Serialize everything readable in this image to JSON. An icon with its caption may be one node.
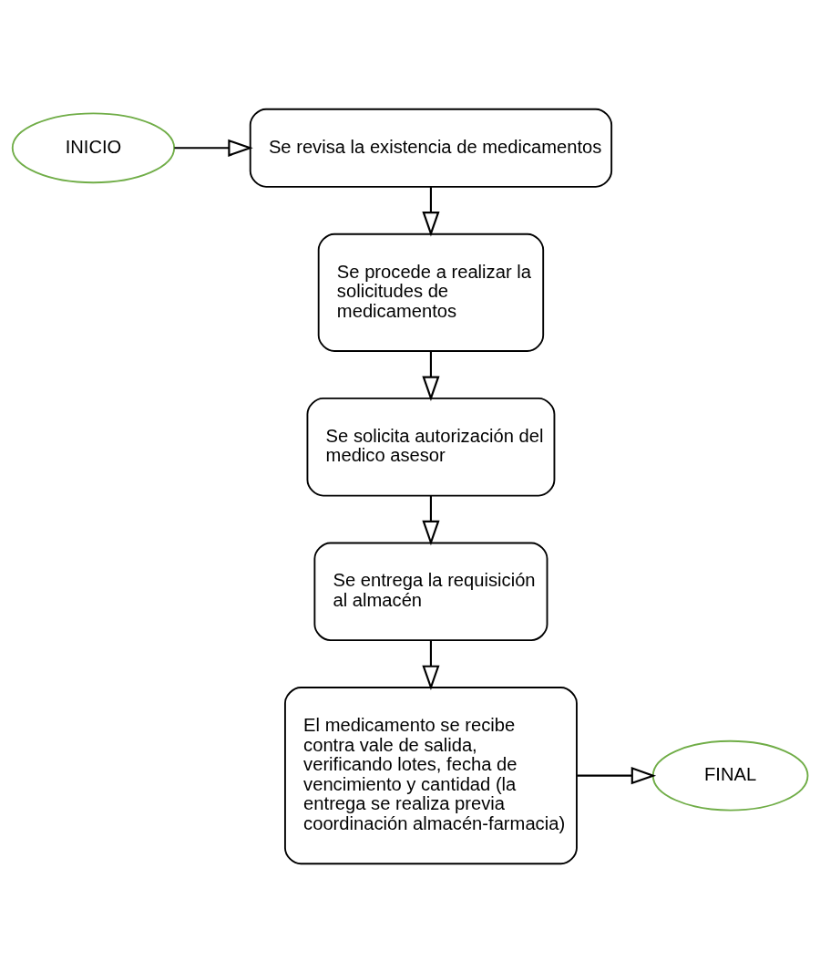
{
  "diagram": {
    "nodes": [
      {
        "text": [
          "INICIO"
        ]
      },
      {
        "text": [
          "Se revisa la existencia de medicamentos"
        ]
      },
      {
        "text": [
          "Se procede a realizar la solicitudes de medicamentos"
        ]
      },
      {
        "text": [
          "Se solicita autorización del medico asesor"
        ]
      },
      {
        "text": [
          "Se entrega la requisición al almacén"
        ]
      },
      {
        "text": [
          "El medicamento se recibe contra vale de salida, verificando lotes, fecha de vencimiento y cantidad (la entrega se realiza previa coordinación almacén-farmacia)"
        ]
      },
      {
        "text": [
          "FINAL"
        ]
      }
    ],
    "edges": [
      {
        "from": 0,
        "to": 1,
        "arrow": "to"
      },
      {
        "from": 1,
        "to": 2,
        "arrow": "to"
      },
      {
        "from": 2,
        "to": 3,
        "arrow": "to"
      },
      {
        "from": 3,
        "to": 4,
        "arrow": "to"
      },
      {
        "from": 4,
        "to": 5,
        "arrow": "to"
      },
      {
        "from": 5,
        "to": 6,
        "arrow": "to"
      }
    ]
  }
}
